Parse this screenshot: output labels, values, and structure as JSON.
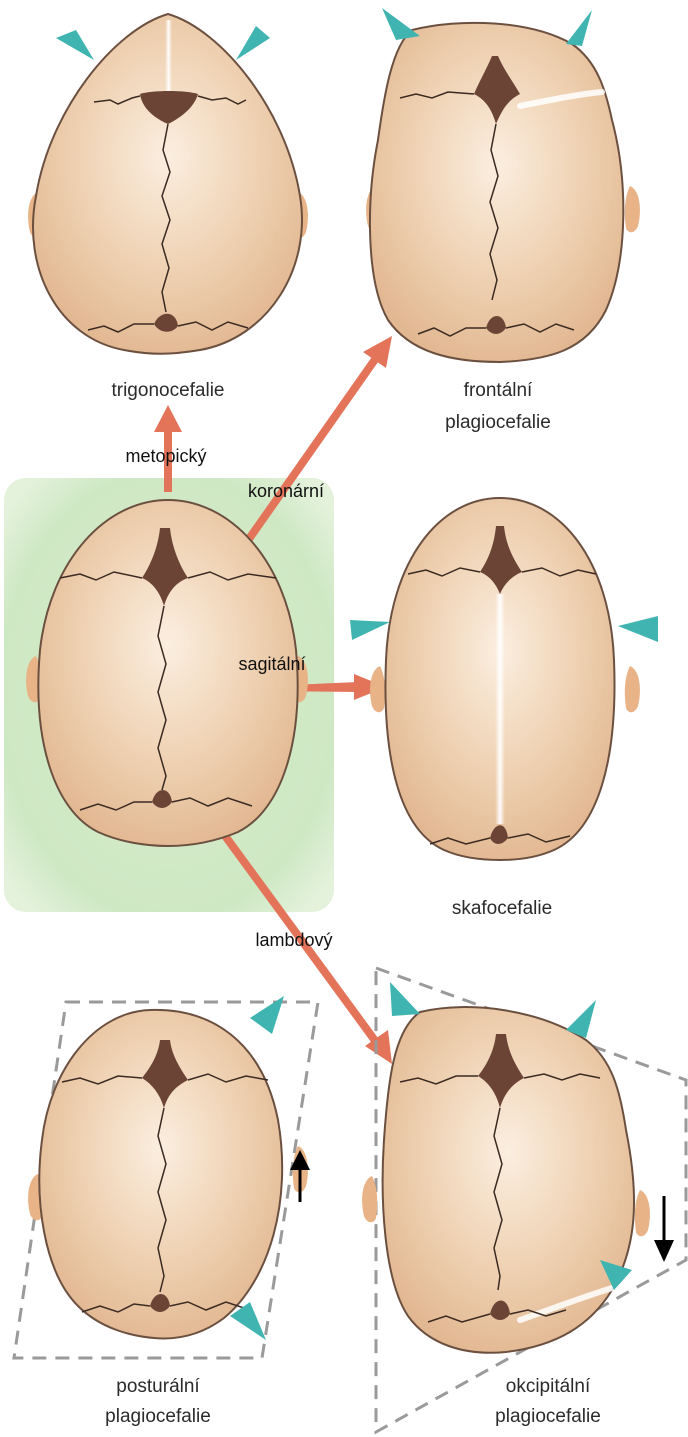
{
  "colors": {
    "skull_fill": "#ecc9a6",
    "skull_highlight": "#fbeee0",
    "skull_outline": "#6b5040",
    "fontanelle": "#6b4436",
    "suture": "#3a2a22",
    "ear": "#e8b487",
    "normal_bg": "#cfe8c4",
    "marker": "#3fb4b0",
    "arrow": "#e3745a",
    "dashed": "#9a9a9a"
  },
  "labels": {
    "trigonocefalie": "trigonocefalie",
    "frontalni_1": "frontální",
    "frontalni_2": "plagiocefalie",
    "skafocefalie": "skafocefalie",
    "posturalni_1": "posturální",
    "posturalni_2": "plagiocefalie",
    "okcipitalni_1": "okcipitální",
    "okcipitalni_2": "plagiocefalie"
  },
  "sutures": {
    "metopic": "metopický",
    "coronal": "koronární",
    "sagittal": "sagitální",
    "lambdoid": "lambdový"
  },
  "icons": {
    "marker": "teal-triangle-icon",
    "direction_up": "up-arrow-icon",
    "direction_down": "down-arrow-icon"
  }
}
